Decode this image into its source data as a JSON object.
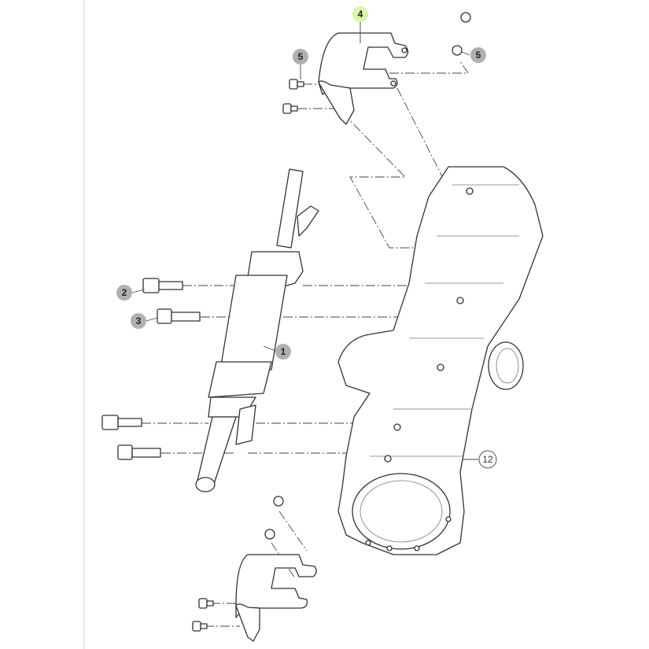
{
  "callouts": [
    {
      "id": "c4",
      "label": "4",
      "style": "highlight",
      "color": "#d9f7a8"
    },
    {
      "id": "c5a",
      "label": "5",
      "style": "gray",
      "color": "#b0b0b0"
    },
    {
      "id": "c5b",
      "label": "5",
      "style": "gray",
      "color": "#b0b0b0"
    },
    {
      "id": "c2",
      "label": "2",
      "style": "gray",
      "color": "#b0b0b0"
    },
    {
      "id": "c3",
      "label": "3",
      "style": "gray",
      "color": "#b0b0b0"
    },
    {
      "id": "c1",
      "label": "1",
      "style": "gray",
      "color": "#b0b0b0"
    },
    {
      "id": "c12",
      "label": "12",
      "style": "outline",
      "color": "#ffffff"
    }
  ]
}
